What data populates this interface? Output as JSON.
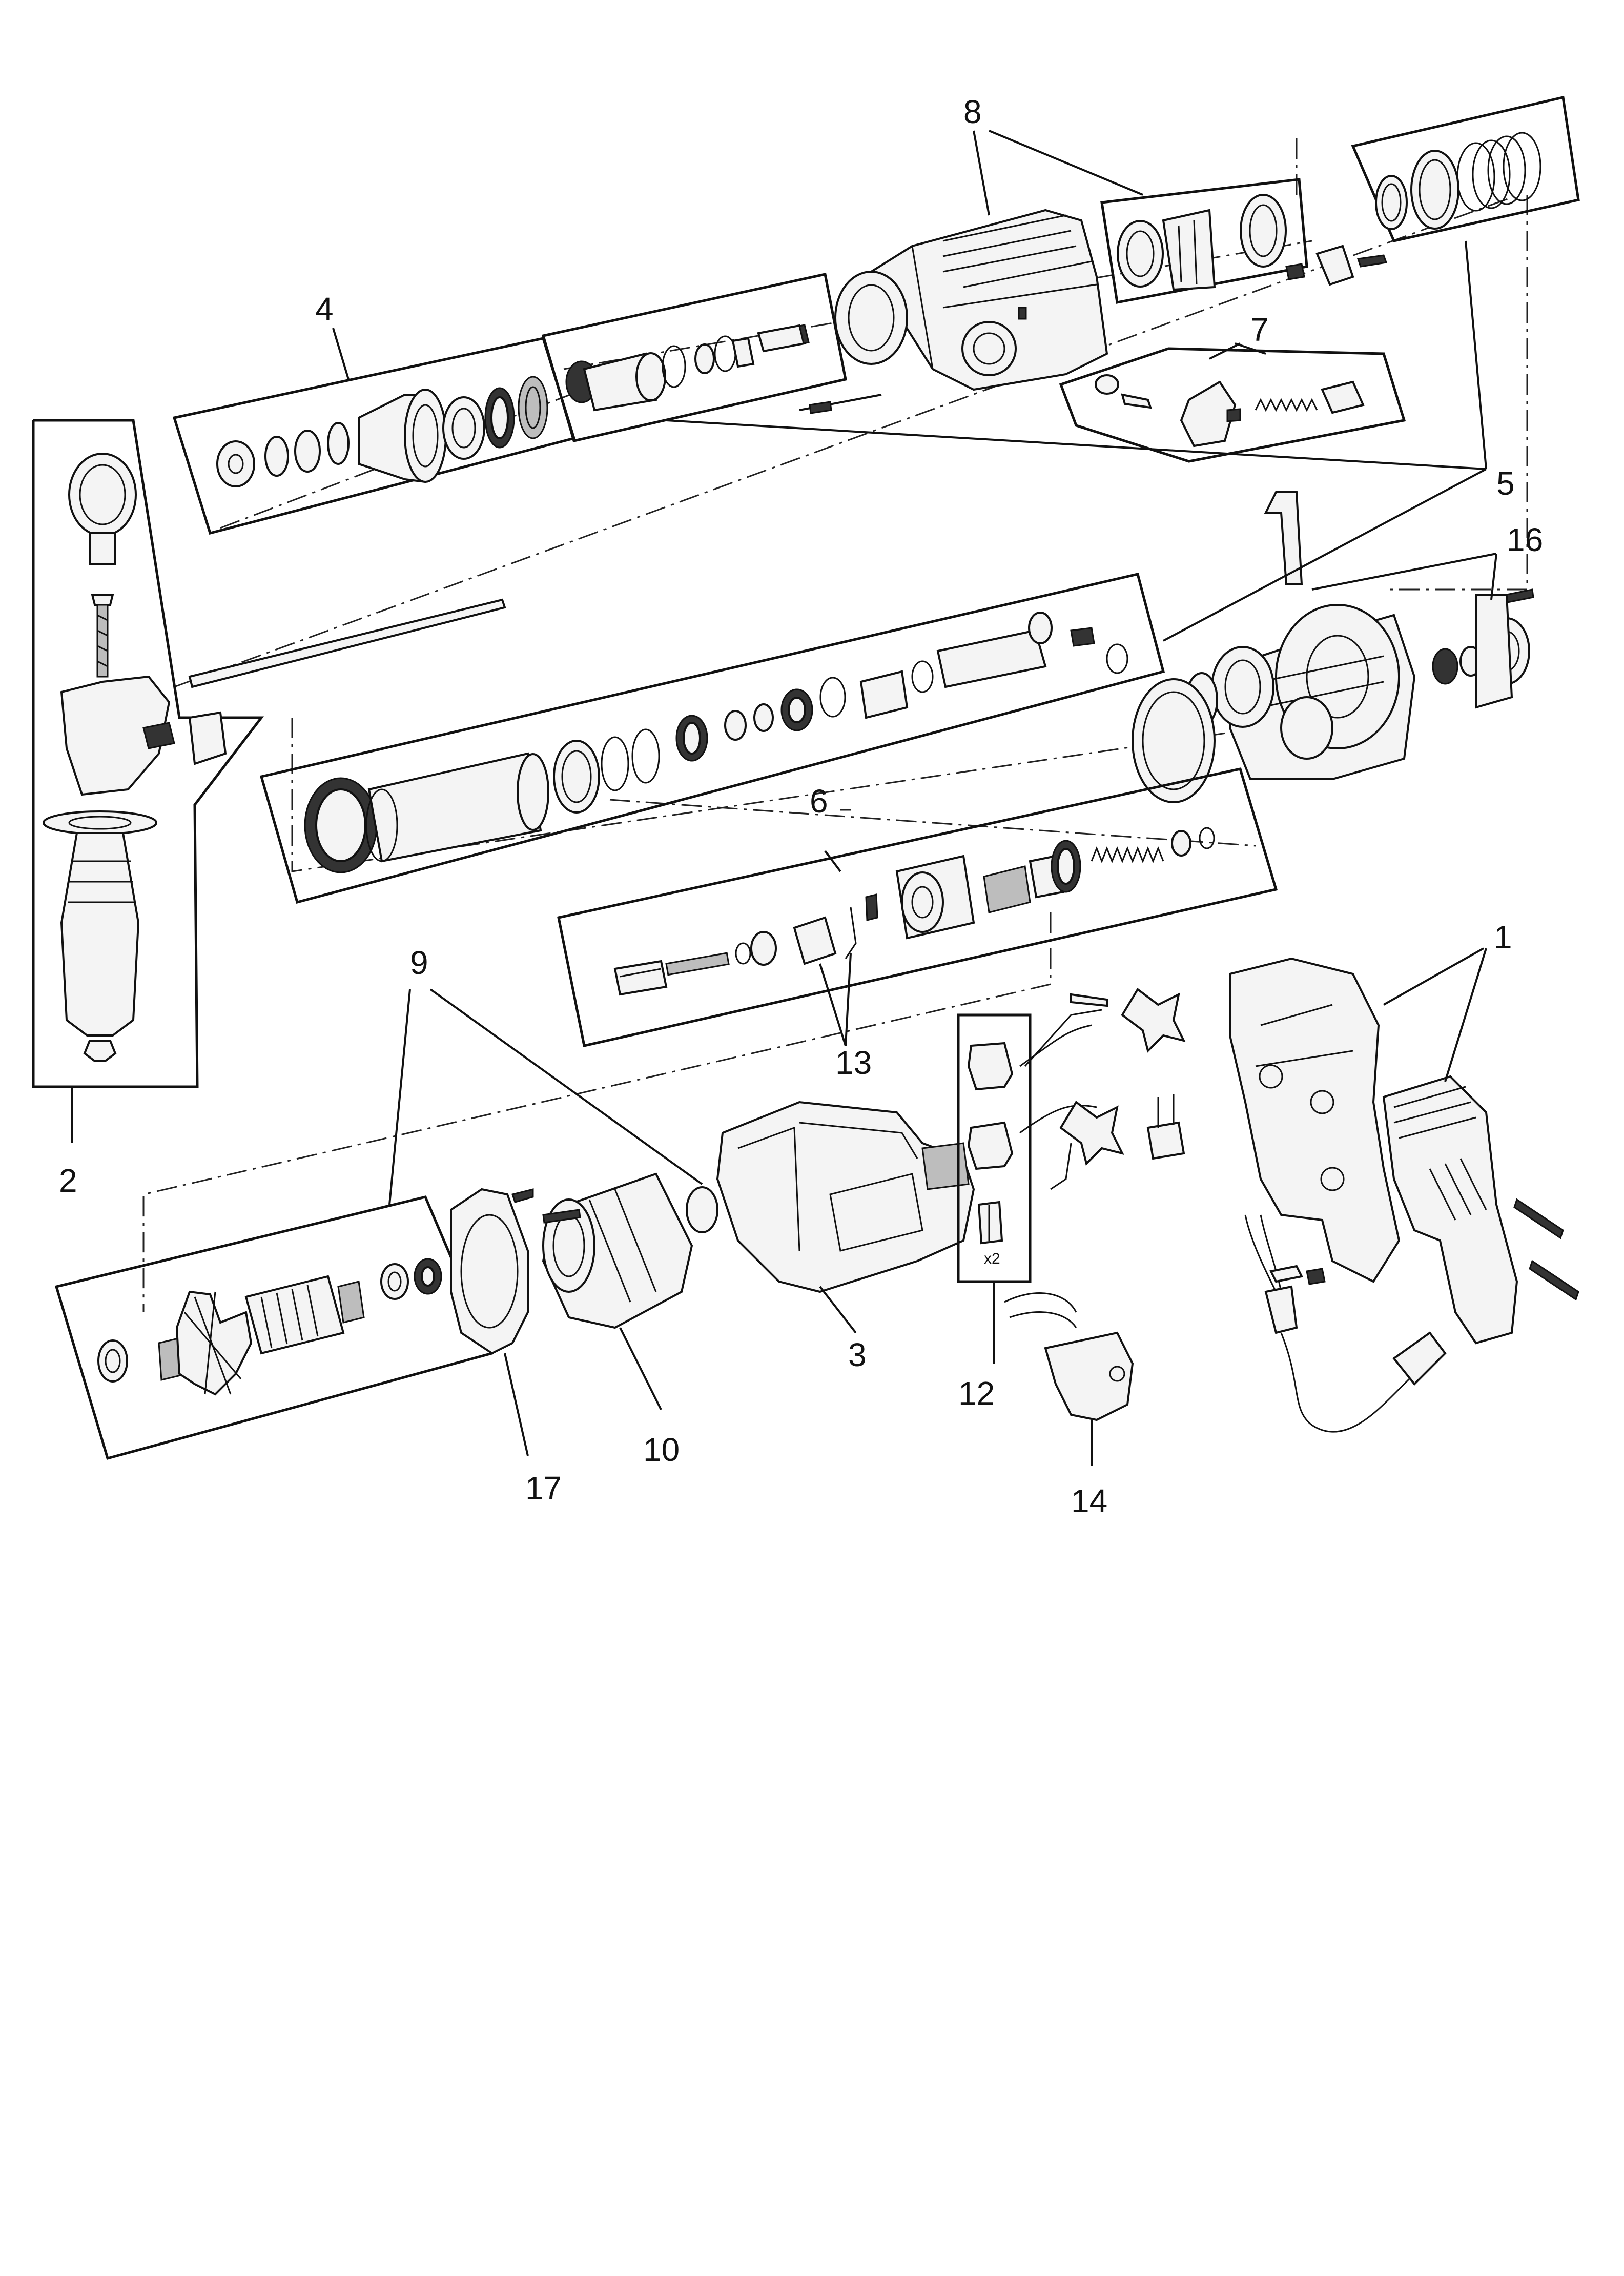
{
  "diagram": {
    "part_labels": {
      "p1": "1",
      "p2": "2",
      "p3": "3",
      "p4": "4",
      "p5": "5",
      "p6": "6",
      "p7": "7",
      "p8": "8",
      "p9": "9",
      "p10": "10",
      "p12": "12",
      "p13": "13",
      "p14": "14",
      "p16": "16",
      "p17": "17"
    },
    "notes": {
      "brush_qty": "x2"
    }
  }
}
